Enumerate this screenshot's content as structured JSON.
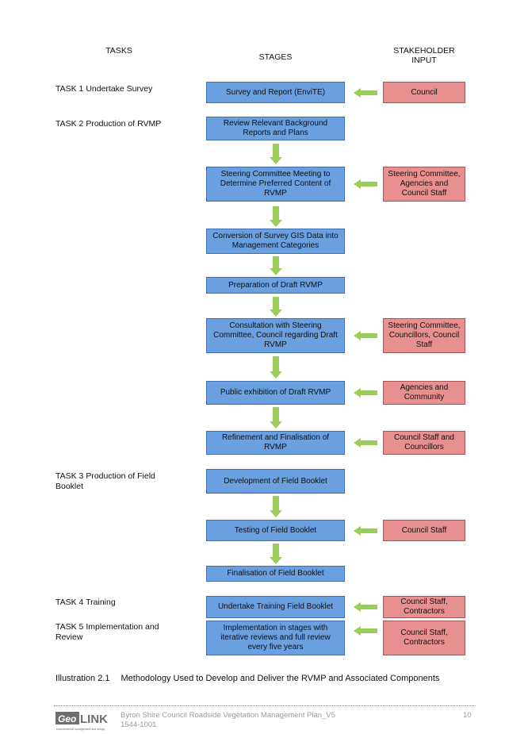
{
  "headers": {
    "tasks": "TASKS",
    "stages": "STAGES",
    "stakeholder": "STAKEHOLDER INPUT"
  },
  "tasks": [
    "TASK 1 Undertake Survey",
    "TASK 2 Production of RVMP",
    "TASK 3 Production of Field Booklet",
    "TASK 4 Training",
    "TASK 5 Implementation and Review"
  ],
  "stages": [
    "Survey and Report (EnviTE)",
    "Review Relevant Background Reports and Plans",
    "Steering Committee Meeting to Determine Preferred Content of RVMP",
    "Conversion of Survey GIS Data into Management Categories",
    "Preparation of Draft RVMP",
    "Consultation with Steering Committee, Council regarding Draft RVMP",
    "Public exhibition of Draft RVMP",
    "Refinement and Finalisation of RVMP",
    "Development of Field Booklet",
    "Testing of Field Booklet",
    "Finalisation of Field Booklet",
    "Undertake Training Field Booklet",
    "Implementation in stages with iterative reviews and full review every five years"
  ],
  "inputs": [
    "Council",
    "Steering Committee, Agencies and Council Staff",
    "Steering Committee, Councillors, Council Staff",
    "Agencies and Community",
    "Council Staff and Councillors",
    "Council Staff",
    "Council Staff, Contractors",
    "Council Staff, Contractors"
  ],
  "caption": {
    "label": "Illustration 2.1",
    "text": "Methodology Used to Develop and Deliver the RVMP and Associated Components"
  },
  "footer": {
    "logo": "GeoLINK",
    "logo_tagline": "environmental management and design",
    "line1": "Byron Shire Council Roadside Vegetation Management Plan_V5",
    "line2": "1544-1001",
    "page": "10"
  },
  "colors": {
    "stage": "#6a9fe0",
    "input": "#e88f8f",
    "arrow": "#9acd5a"
  }
}
